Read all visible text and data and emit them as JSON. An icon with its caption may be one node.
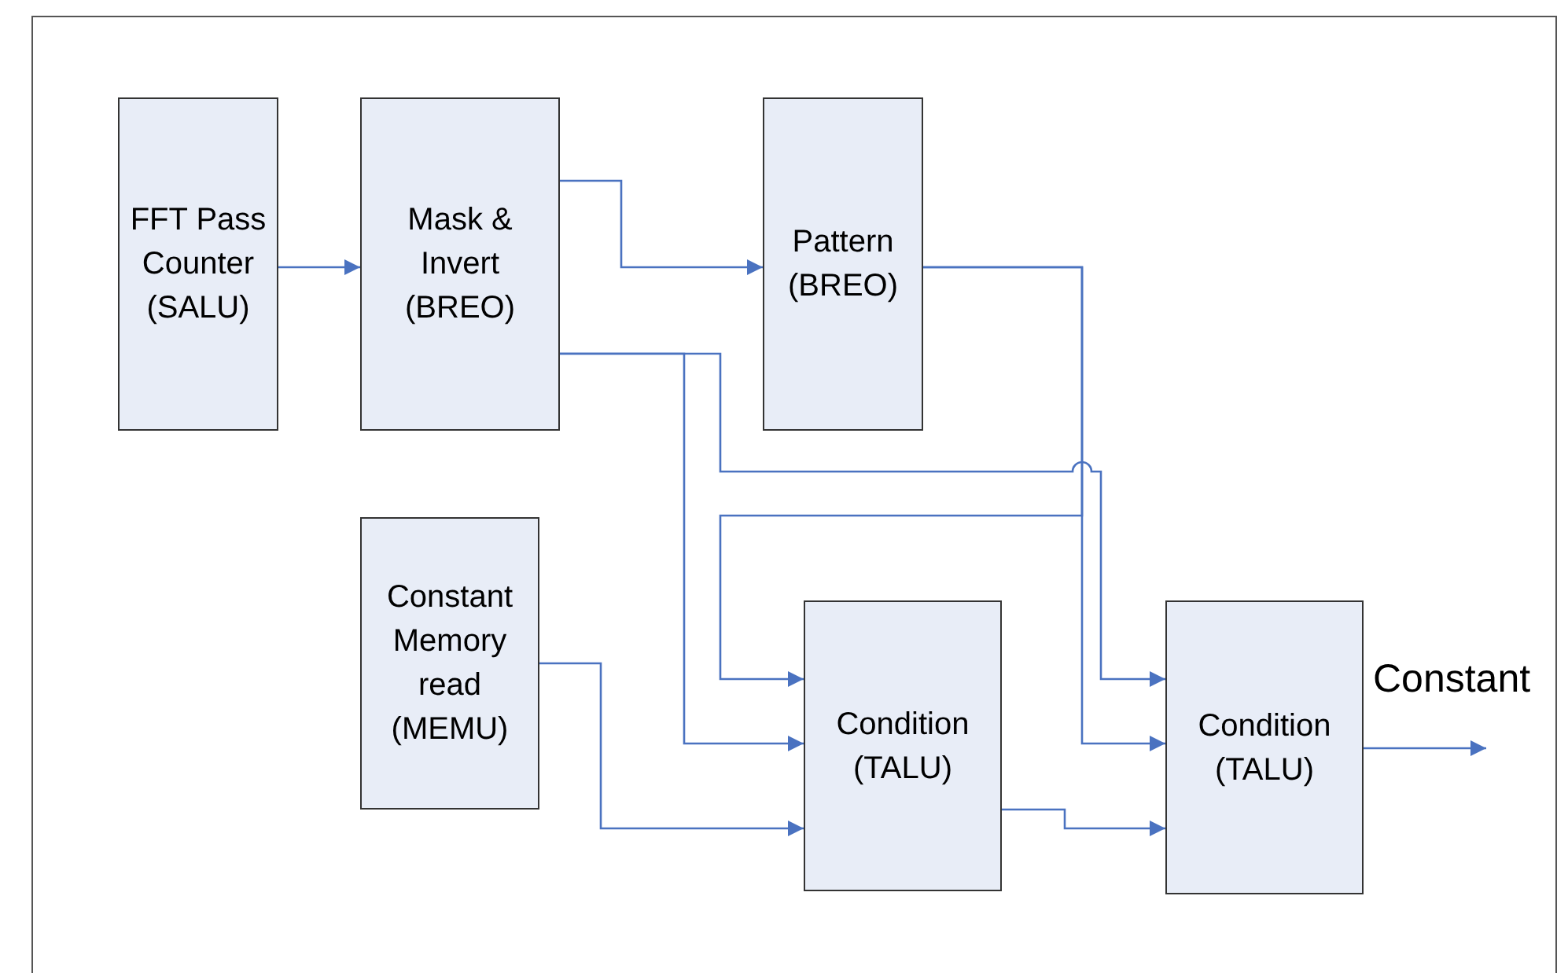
{
  "diagram": {
    "nodes": [
      {
        "text": [
          "FFT Pass Counter (SALU)"
        ]
      },
      {
        "text": [
          "Mask & Invert (BREO)"
        ]
      },
      {
        "text": [
          "Pattern (BREO)"
        ]
      },
      {
        "text": [
          "Constant Memory read (MEMU)"
        ]
      },
      {
        "text": [
          "Condition (TALU)"
        ]
      },
      {
        "text": [
          "Condition (TALU)"
        ]
      }
    ],
    "edges": [
      {
        "from": 0,
        "to": 1,
        "arrow": "to"
      },
      {
        "from": 1,
        "to": 2,
        "arrow": "to"
      },
      {
        "from": 1,
        "to": 4,
        "arrow": "to"
      },
      {
        "from": 1,
        "to": 5,
        "arrow": "to"
      },
      {
        "from": 2,
        "to": 5,
        "arrow": "to"
      },
      {
        "from": 2,
        "to": 4,
        "arrow": "to"
      },
      {
        "from": 3,
        "to": 4,
        "arrow": "to"
      },
      {
        "from": 4,
        "to": 5,
        "arrow": "to"
      },
      {
        "from": 5,
        "to": null,
        "arrow": "to",
        "label": "Constant"
      }
    ]
  }
}
